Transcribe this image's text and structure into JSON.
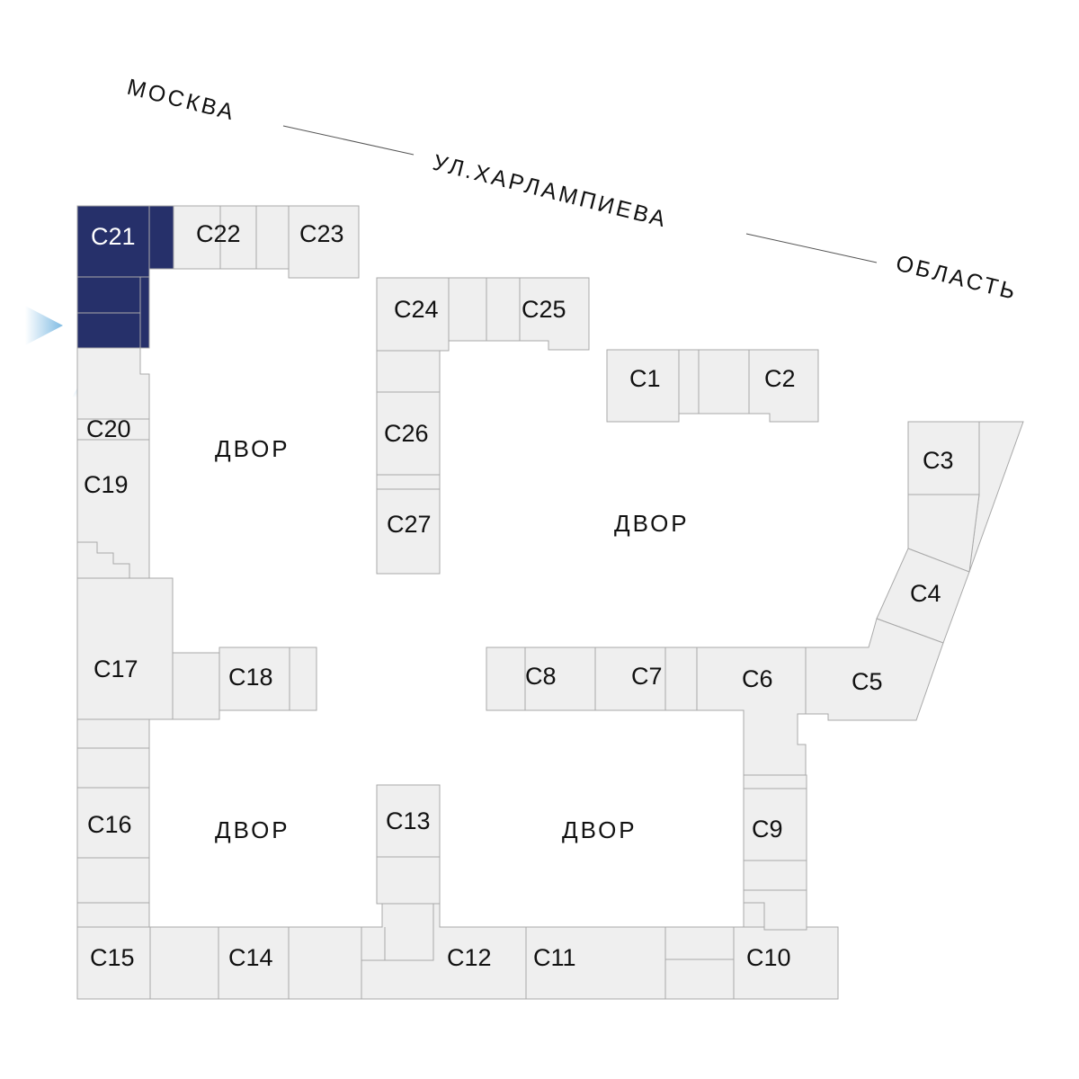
{
  "street": {
    "city": "МОСКВА",
    "name": "УЛ.ХАРЛАМПИЕВА",
    "region": "ОБЛАСТЬ"
  },
  "colors": {
    "selected": "#26306a",
    "section": "#efefef",
    "border": "#a9a9a9",
    "arrow": "#8ec3e6"
  },
  "yards": [
    "ДВОР",
    "ДВОР",
    "ДВОР",
    "ДВОР"
  ],
  "sections": {
    "c1": "C1",
    "c2": "C2",
    "c3": "C3",
    "c4": "C4",
    "c5": "C5",
    "c6": "C6",
    "c7": "C7",
    "c8": "C8",
    "c9": "C9",
    "c10": "C10",
    "c11": "C11",
    "c12": "C12",
    "c13": "C13",
    "c14": "C14",
    "c15": "C15",
    "c16": "C16",
    "c17": "C17",
    "c18": "C18",
    "c19": "C19",
    "c20": "C20",
    "c21": "C21",
    "c22": "C22",
    "c23": "C23",
    "c24": "C24",
    "c25": "C25",
    "c26": "C26",
    "c27": "C27"
  },
  "selected_section": "C21",
  "entry_icon": "entry-arrow-icon"
}
